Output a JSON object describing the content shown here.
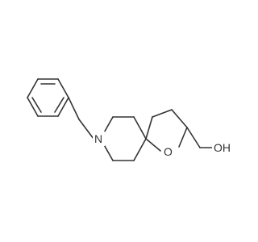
{
  "structure": {
    "atoms": {
      "nitrogen": "N",
      "ring_oxygen": "O",
      "hydroxyl": "OH"
    },
    "colors": {
      "bond": "#333333",
      "label": "#333333",
      "background": "#ffffff"
    }
  }
}
